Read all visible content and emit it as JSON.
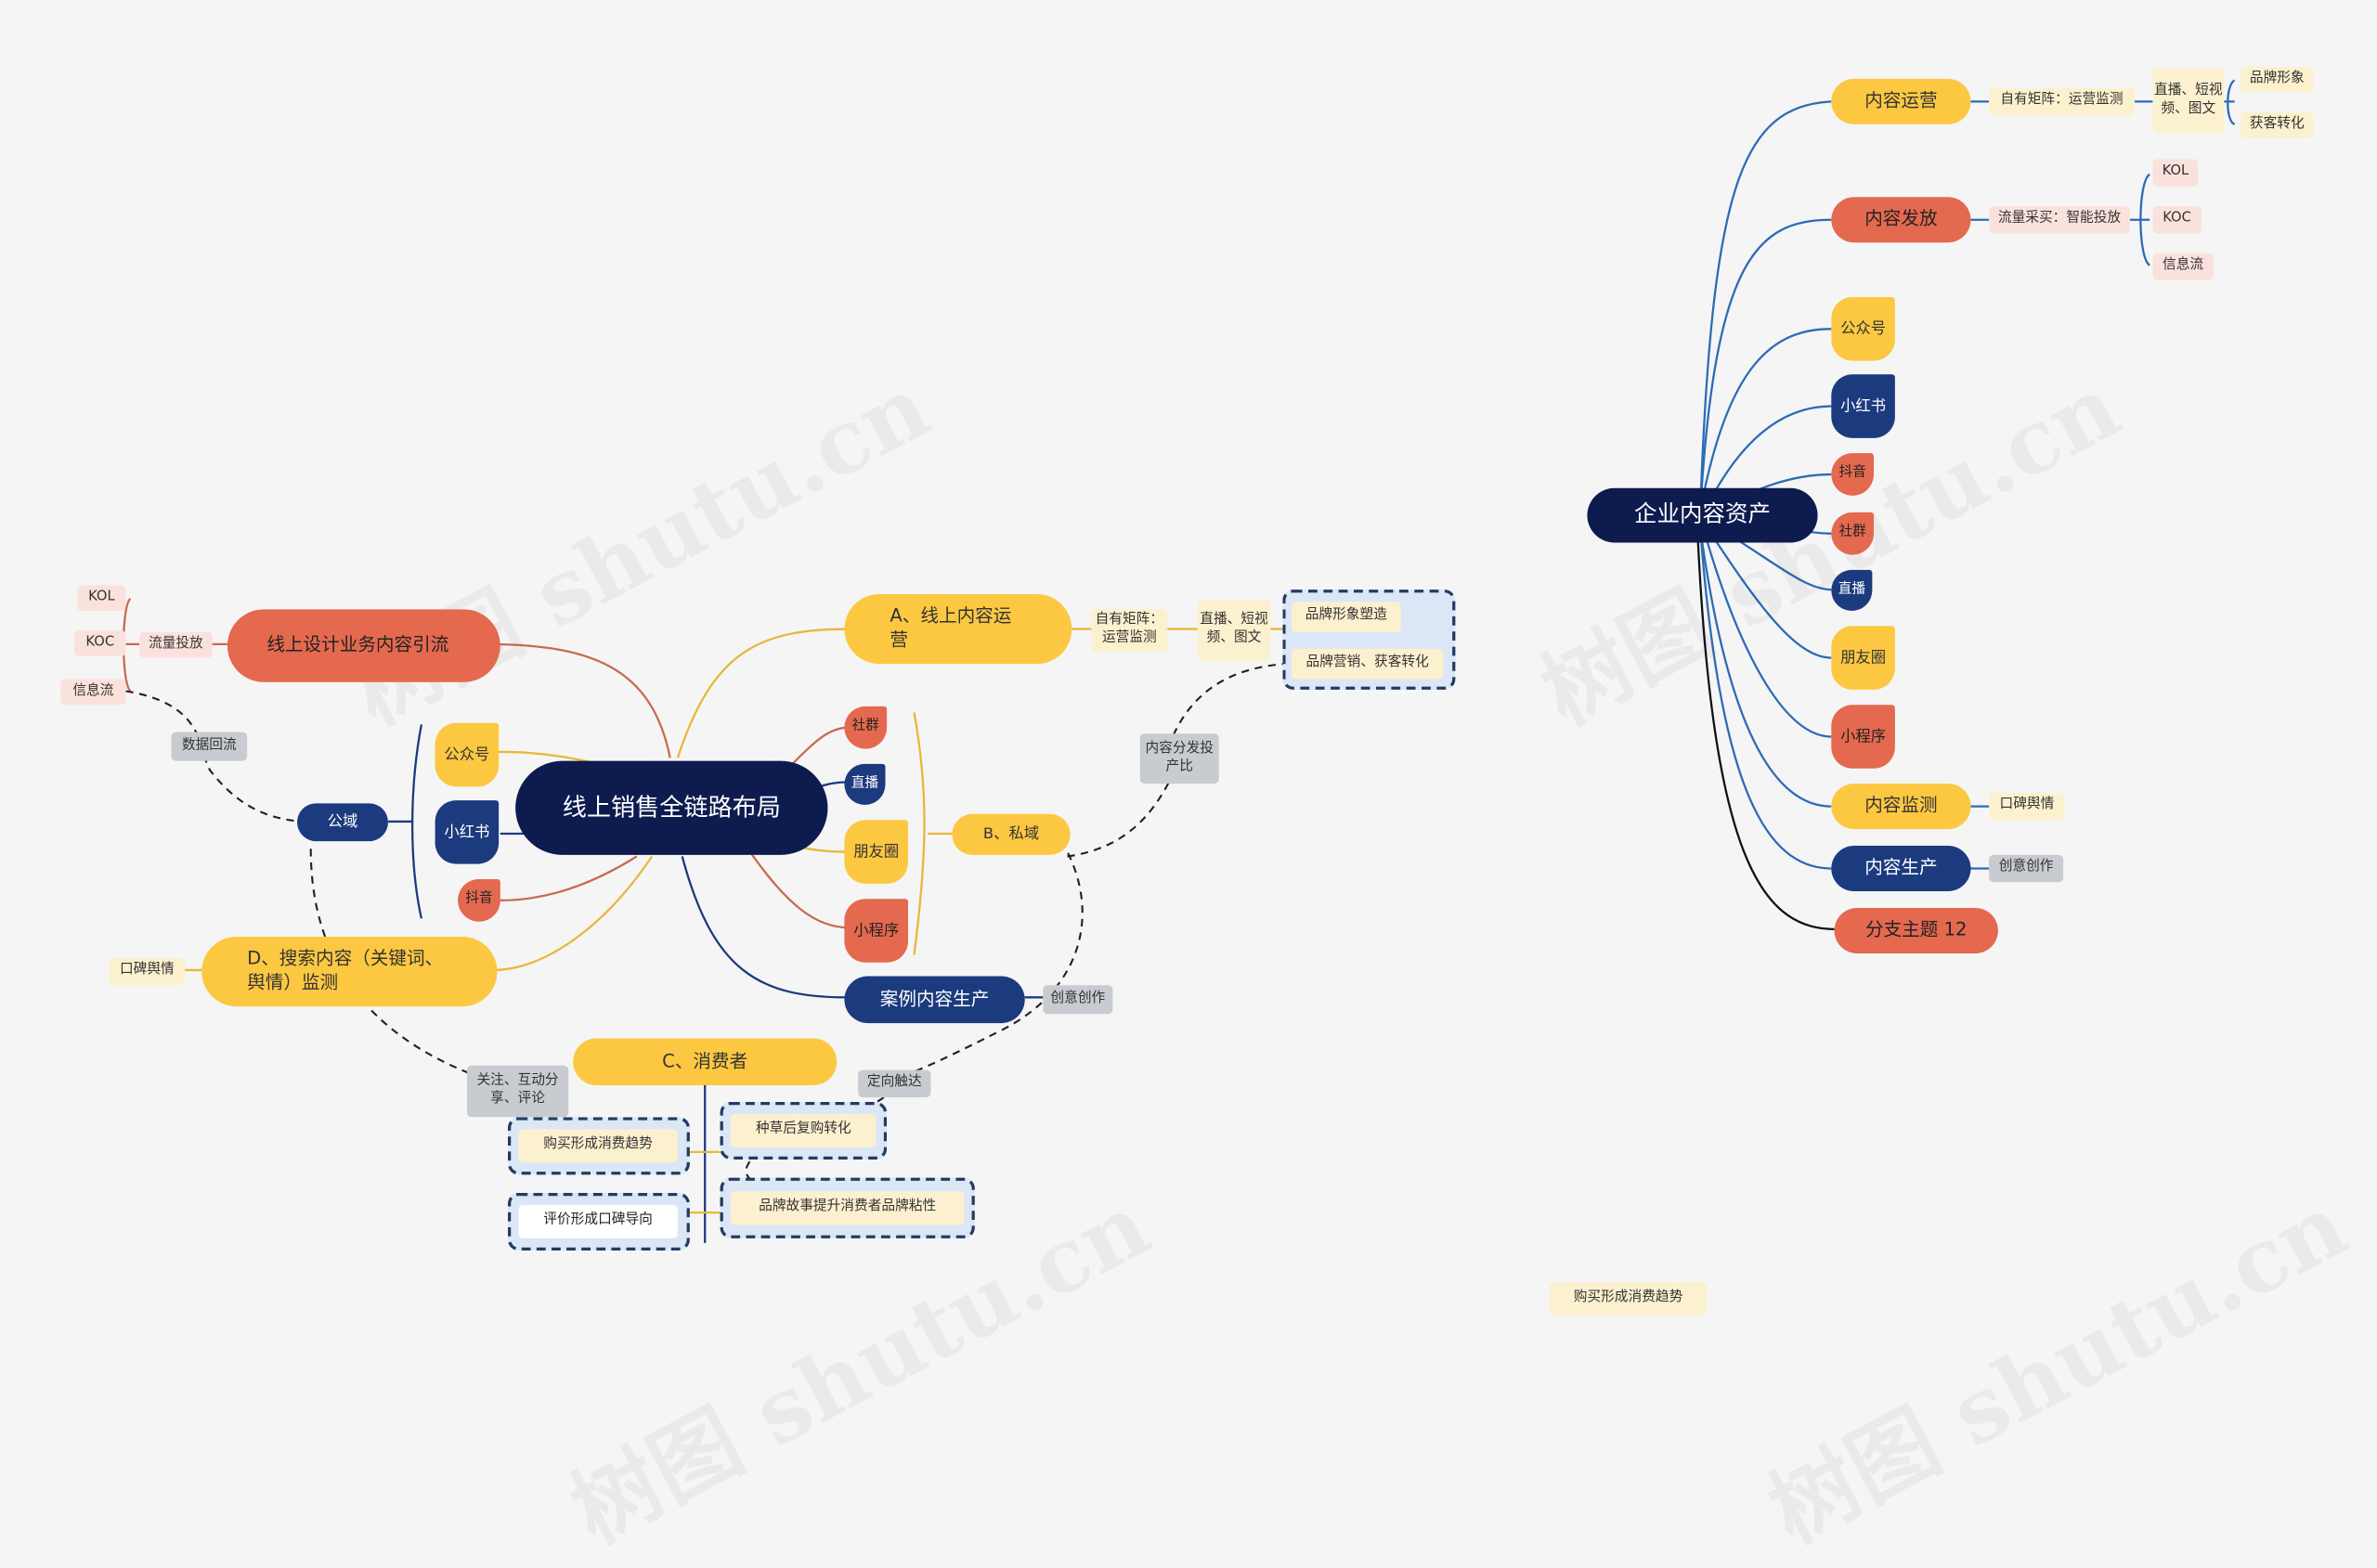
{
  "watermark": "树图 shutu.cn",
  "left_map": {
    "center": "线上销售全链路布局",
    "a": {
      "label": "A、线上内容运营",
      "sub": "自有矩阵：运营监测",
      "formats": "直播、短视频、图文",
      "brand": "品牌形象塑造",
      "conversion": "品牌营销、获客转化"
    },
    "b": {
      "label": "B、私域",
      "channels": [
        "社群",
        "直播",
        "朋友圈",
        "小程序"
      ]
    },
    "c": {
      "label": "C、消费者",
      "items": [
        "购买形成消费趋势",
        "评价形成口碑导向",
        "种草后复购转化",
        "品牌故事提升消费者品牌粘性"
      ]
    },
    "d": {
      "label": "D、搜索内容（关键词、舆情）监测",
      "sub": "口碑舆情"
    },
    "traffic": {
      "label": "线上设计业务内容引流",
      "sub": "流量投放",
      "items": [
        "KOL",
        "KOC",
        "信息流"
      ]
    },
    "public": {
      "label": "公域",
      "channels": [
        "公众号",
        "小红书",
        "抖音"
      ]
    },
    "case": {
      "label": "案例内容生产",
      "sub": "创意创作"
    },
    "relations": {
      "data_back": "数据回流",
      "roi": "内容分发投产比",
      "target": "定向触达",
      "engage": "关注、互动分享、评论"
    }
  },
  "right_map": {
    "center": "企业内容资产",
    "ops": {
      "label": "内容运营",
      "sub": "自有矩阵：运营监测",
      "formats": "直播、短视频、图文",
      "items": [
        "品牌形象",
        "获客转化"
      ]
    },
    "dist": {
      "label": "内容发放",
      "sub": "流量采买：智能投放",
      "items": [
        "KOL",
        "KOC",
        "信息流"
      ]
    },
    "channels": [
      "公众号",
      "小红书",
      "抖音",
      "社群",
      "直播",
      "朋友圈",
      "小程序"
    ],
    "monitor": {
      "label": "内容监测",
      "sub": "口碑舆情"
    },
    "produce": {
      "label": "内容生产",
      "sub": "创意创作"
    },
    "branch": {
      "label": "分支主题 12"
    }
  },
  "floating": "购买形成消费趋势",
  "colors": {
    "navy": "#1c3a7e",
    "dark": "#0d1b4f",
    "yellow": "#fcc842",
    "red": "#e4694f"
  }
}
